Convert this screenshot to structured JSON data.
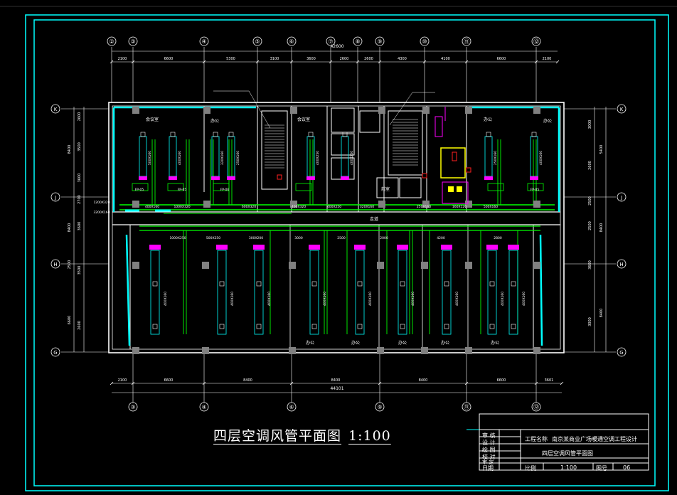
{
  "drawing": {
    "title": "四层空调风管平面图",
    "scale": "1:100",
    "total_top": "42600",
    "total_bottom": "44101"
  },
  "top_axes": [
    "②",
    "③",
    "④",
    "⑤",
    "⑥",
    "⑦",
    "⑧",
    "⑨",
    "⑩",
    "⑪",
    "⑫"
  ],
  "top_dims": [
    "2100",
    "6600",
    "5300",
    "3100",
    "3600",
    "2600",
    "2600",
    "4300",
    "4100",
    "6600",
    "2100"
  ],
  "bottom_axes": [
    "③",
    "④",
    "⑥",
    "⑨",
    "⑪",
    "⑫"
  ],
  "bottom_dims": [
    "2100",
    "6600",
    "8400",
    "8400",
    "8400",
    "6600",
    "3601"
  ],
  "row_axes": [
    "K",
    "J",
    "H",
    "G"
  ],
  "left_dims": [
    "2600",
    "3500",
    "3600",
    "2700",
    "3600",
    "3500",
    "2600"
  ],
  "left_totals": [
    "8400",
    "8400",
    "2500",
    "6600"
  ],
  "right_dims": [
    "3000",
    "2600",
    "2500",
    "2500",
    "3600",
    "3000"
  ],
  "right_totals": [
    "5400",
    "8400",
    "8400"
  ],
  "rooms": {
    "office": "办公",
    "meeting": "会议室",
    "corridor": "走道",
    "lobby": "前室"
  },
  "duct_sizes": [
    "600X320",
    "400X320",
    "400X250",
    "320X160",
    "250X160",
    "160X120",
    "500X160",
    "400X160",
    "1000X320",
    "1200X320",
    "3200X160"
  ],
  "duct_labels": [
    "1000X250",
    "500X250",
    "300X200",
    "3000",
    "2500",
    "2000",
    "4200",
    "2800"
  ],
  "units": [
    "FP-05",
    "FP-05",
    "FP-06",
    "FP-05"
  ],
  "title_block": {
    "project_label": "工程名称",
    "project_name": "南京某商业广场暖通空调工程设计",
    "drawing_name": "四层空调风管平面图",
    "rows": [
      "审 核",
      "设 计",
      "绘 图",
      "校 对",
      "审 定",
      "日期"
    ],
    "scale_label": "比例",
    "scale_value": "1:100",
    "number_label": "图号",
    "number_value": "06"
  },
  "colors": {
    "background": "#000000",
    "frame": "#00ffff",
    "wall": "#ffffff",
    "duct": "#00ff00",
    "diffuser": "#ff00ff",
    "column": "#808080",
    "dim": "#ffff00",
    "accent": "#ff2020"
  }
}
